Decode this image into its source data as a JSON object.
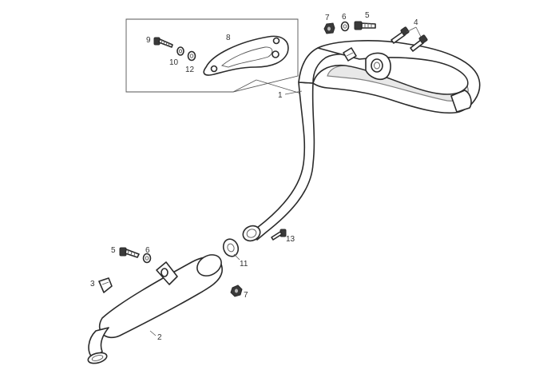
{
  "callouts": {
    "c1": "1",
    "c2": "2",
    "c3": "3",
    "c4": "4",
    "c5_top": "5",
    "c5_left": "5",
    "c6_top": "6",
    "c6_left": "6",
    "c7_top": "7",
    "c7_bottom": "7",
    "c8": "8",
    "c9": "9",
    "c10": "10",
    "c11": "11",
    "c12": "12",
    "c13": "13"
  }
}
